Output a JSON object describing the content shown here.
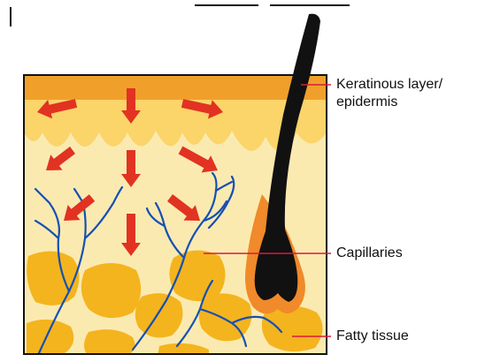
{
  "labels": {
    "keratinous_line1": "Keratinous layer/",
    "keratinous_line2": "epidermis",
    "capillaries": "Capillaries",
    "fatty_tissue": "Fatty tissue"
  },
  "colors": {
    "background": "#ffffff",
    "dermis": "#fbeab0",
    "epidermis": "#fbd46a",
    "keratinous": "#f0a02a",
    "fat": "#f4b41e",
    "capillary": "#1450b4",
    "arrow": "#e23222",
    "hair": "#111111",
    "follicle_sheath": "#f08a2a",
    "leader_line": "#d81b3c",
    "border": "#111111"
  },
  "icons": {
    "heat_arrow": "red-arrow-icon",
    "hair": "hair-shaft-icon"
  }
}
